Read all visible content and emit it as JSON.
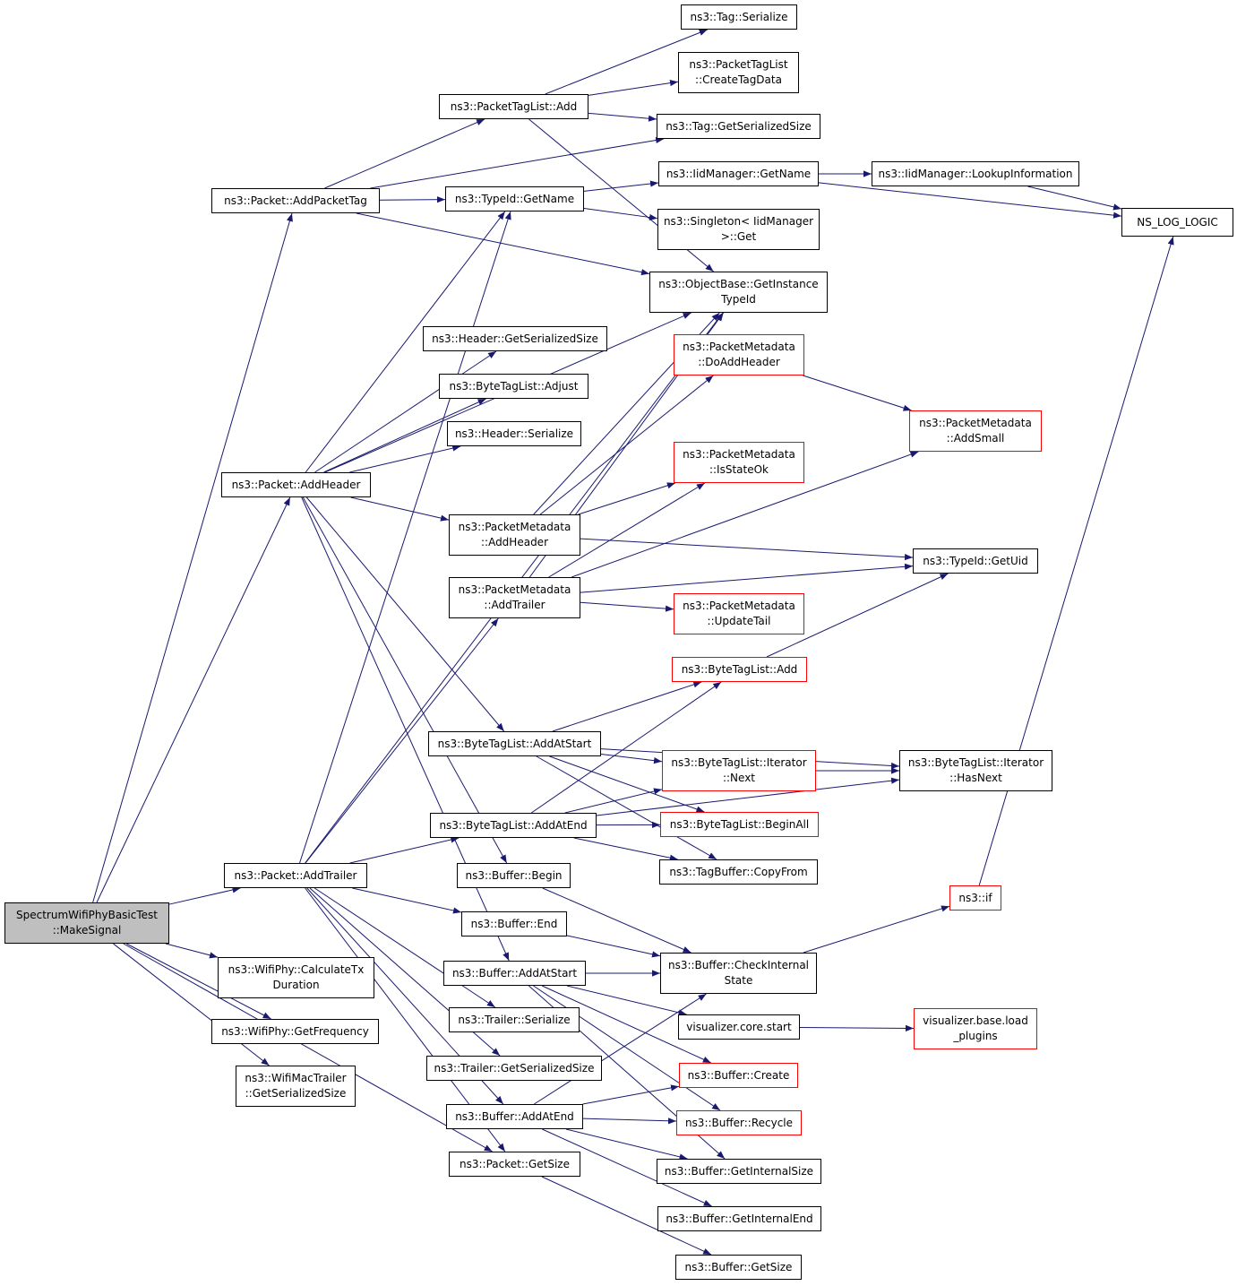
{
  "colors": {
    "edge": "#191970",
    "node_border": "#000000",
    "incomplete_border": "#ff0000",
    "root_fill": "#bfbfbf"
  },
  "nodes": {
    "root": {
      "line1": "SpectrumWifiPhyBasicTest",
      "line2": "::MakeSignal"
    },
    "packet_add_packet_tag": {
      "line1": "ns3::Packet::AddPacketTag"
    },
    "packet_tag_list_add": {
      "line1": "ns3::PacketTagList::Add"
    },
    "tag_serialize": {
      "line1": "ns3::Tag::Serialize"
    },
    "packet_tag_list_create_tag_data": {
      "line1": "ns3::PacketTagList",
      "line2": "::CreateTagData"
    },
    "tag_get_serialized_size": {
      "line1": "ns3::Tag::GetSerializedSize"
    },
    "type_id_get_name": {
      "line1": "ns3::TypeId::GetName"
    },
    "iid_manager_get_name": {
      "line1": "ns3::IidManager::GetName"
    },
    "iid_manager_lookup_information": {
      "line1": "ns3::IidManager::LookupInformation"
    },
    "ns_log_logic": {
      "line1": "NS_LOG_LOGIC"
    },
    "singleton_get": {
      "line1": "ns3::Singleton< IidManager",
      "line2": ">::Get"
    },
    "object_base_get_instance_type_id": {
      "line1": "ns3::ObjectBase::GetInstance",
      "line2": "TypeId"
    },
    "header_get_serialized_size": {
      "line1": "ns3::Header::GetSerializedSize"
    },
    "byte_tag_list_adjust": {
      "line1": "ns3::ByteTagList::Adjust"
    },
    "header_serialize": {
      "line1": "ns3::Header::Serialize"
    },
    "packet_add_header": {
      "line1": "ns3::Packet::AddHeader"
    },
    "packet_metadata_do_add_header": {
      "line1": "ns3::PacketMetadata",
      "line2": "::DoAddHeader"
    },
    "packet_metadata_add_small": {
      "line1": "ns3::PacketMetadata",
      "line2": "::AddSmall"
    },
    "packet_metadata_is_state_ok": {
      "line1": "ns3::PacketMetadata",
      "line2": "::IsStateOk"
    },
    "packet_metadata_add_header": {
      "line1": "ns3::PacketMetadata",
      "line2": "::AddHeader"
    },
    "type_id_get_uid": {
      "line1": "ns3::TypeId::GetUid"
    },
    "packet_metadata_add_trailer": {
      "line1": "ns3::PacketMetadata",
      "line2": "::AddTrailer"
    },
    "packet_metadata_update_tail": {
      "line1": "ns3::PacketMetadata",
      "line2": "::UpdateTail"
    },
    "byte_tag_list_add": {
      "line1": "ns3::ByteTagList::Add"
    },
    "byte_tag_list_add_at_start": {
      "line1": "ns3::ByteTagList::AddAtStart"
    },
    "byte_tag_list_iterator_next": {
      "line1": "ns3::ByteTagList::Iterator",
      "line2": "::Next"
    },
    "byte_tag_list_iterator_has_next": {
      "line1": "ns3::ByteTagList::Iterator",
      "line2": "::HasNext"
    },
    "byte_tag_list_add_at_end": {
      "line1": "ns3::ByteTagList::AddAtEnd"
    },
    "byte_tag_list_begin_all": {
      "line1": "ns3::ByteTagList::BeginAll"
    },
    "tag_buffer_copy_from": {
      "line1": "ns3::TagBuffer::CopyFrom"
    },
    "packet_add_trailer": {
      "line1": "ns3::Packet::AddTrailer"
    },
    "buffer_begin": {
      "line1": "ns3::Buffer::Begin"
    },
    "ns3_if": {
      "line1": "ns3::if"
    },
    "buffer_end": {
      "line1": "ns3::Buffer::End"
    },
    "buffer_check_internal_state": {
      "line1": "ns3::Buffer::CheckInternal",
      "line2": "State"
    },
    "wifi_phy_calculate_tx_duration": {
      "line1": "ns3::WifiPhy::CalculateTx",
      "line2": "Duration"
    },
    "buffer_add_at_start": {
      "line1": "ns3::Buffer::AddAtStart"
    },
    "trailer_serialize": {
      "line1": "ns3::Trailer::Serialize"
    },
    "visualizer_core_start": {
      "line1": "visualizer.core.start"
    },
    "visualizer_base_load_plugins": {
      "line1": "visualizer.base.load",
      "line2": "_plugins"
    },
    "wifi_phy_get_frequency": {
      "line1": "ns3::WifiPhy::GetFrequency"
    },
    "wifi_mac_trailer_get_serialized_size": {
      "line1": "ns3::WifiMacTrailer",
      "line2": "::GetSerializedSize"
    },
    "trailer_get_serialized_size": {
      "line1": "ns3::Trailer::GetSerializedSize"
    },
    "buffer_create": {
      "line1": "ns3::Buffer::Create"
    },
    "buffer_add_at_end": {
      "line1": "ns3::Buffer::AddAtEnd"
    },
    "buffer_recycle": {
      "line1": "ns3::Buffer::Recycle"
    },
    "packet_get_size": {
      "line1": "ns3::Packet::GetSize"
    },
    "buffer_get_internal_size": {
      "line1": "ns3::Buffer::GetInternalSize"
    },
    "buffer_get_internal_end": {
      "line1": "ns3::Buffer::GetInternalEnd"
    },
    "buffer_get_size": {
      "line1": "ns3::Buffer::GetSize"
    }
  },
  "edges": [
    [
      "root",
      "packet_add_packet_tag"
    ],
    [
      "root",
      "packet_add_header"
    ],
    [
      "root",
      "packet_add_trailer"
    ],
    [
      "root",
      "wifi_phy_calculate_tx_duration"
    ],
    [
      "root",
      "wifi_phy_get_frequency"
    ],
    [
      "root",
      "wifi_mac_trailer_get_serialized_size"
    ],
    [
      "root",
      "packet_get_size"
    ],
    [
      "packet_add_packet_tag",
      "packet_tag_list_add"
    ],
    [
      "packet_add_packet_tag",
      "type_id_get_name"
    ],
    [
      "packet_add_packet_tag",
      "tag_get_serialized_size"
    ],
    [
      "packet_add_packet_tag",
      "object_base_get_instance_type_id"
    ],
    [
      "packet_tag_list_add",
      "tag_serialize"
    ],
    [
      "packet_tag_list_add",
      "packet_tag_list_create_tag_data"
    ],
    [
      "packet_tag_list_add",
      "tag_get_serialized_size"
    ],
    [
      "packet_tag_list_add",
      "object_base_get_instance_type_id"
    ],
    [
      "type_id_get_name",
      "iid_manager_get_name"
    ],
    [
      "type_id_get_name",
      "singleton_get"
    ],
    [
      "iid_manager_get_name",
      "iid_manager_lookup_information"
    ],
    [
      "iid_manager_get_name",
      "ns_log_logic"
    ],
    [
      "iid_manager_lookup_information",
      "ns_log_logic"
    ],
    [
      "packet_add_header",
      "type_id_get_name"
    ],
    [
      "packet_add_header",
      "object_base_get_instance_type_id"
    ],
    [
      "packet_add_header",
      "header_get_serialized_size"
    ],
    [
      "packet_add_header",
      "byte_tag_list_adjust"
    ],
    [
      "packet_add_header",
      "header_serialize"
    ],
    [
      "packet_add_header",
      "packet_metadata_add_header"
    ],
    [
      "packet_add_header",
      "byte_tag_list_add_at_start"
    ],
    [
      "packet_add_header",
      "buffer_begin"
    ],
    [
      "packet_add_header",
      "buffer_add_at_start"
    ],
    [
      "packet_metadata_add_header",
      "object_base_get_instance_type_id"
    ],
    [
      "packet_metadata_add_header",
      "packet_metadata_do_add_header"
    ],
    [
      "packet_metadata_add_header",
      "packet_metadata_is_state_ok"
    ],
    [
      "packet_metadata_add_header",
      "type_id_get_uid"
    ],
    [
      "packet_metadata_do_add_header",
      "packet_metadata_add_small"
    ],
    [
      "packet_metadata_add_trailer",
      "object_base_get_instance_type_id"
    ],
    [
      "packet_metadata_add_trailer",
      "packet_metadata_is_state_ok"
    ],
    [
      "packet_metadata_add_trailer",
      "packet_metadata_add_small"
    ],
    [
      "packet_metadata_add_trailer",
      "type_id_get_uid"
    ],
    [
      "packet_metadata_add_trailer",
      "packet_metadata_update_tail"
    ],
    [
      "byte_tag_list_add",
      "type_id_get_uid"
    ],
    [
      "byte_tag_list_add_at_start",
      "byte_tag_list_add"
    ],
    [
      "byte_tag_list_add_at_start",
      "byte_tag_list_iterator_has_next"
    ],
    [
      "byte_tag_list_add_at_start",
      "byte_tag_list_iterator_next"
    ],
    [
      "byte_tag_list_add_at_start",
      "byte_tag_list_begin_all"
    ],
    [
      "byte_tag_list_add_at_start",
      "tag_buffer_copy_from"
    ],
    [
      "byte_tag_list_iterator_next",
      "byte_tag_list_iterator_has_next"
    ],
    [
      "byte_tag_list_add_at_end",
      "byte_tag_list_add"
    ],
    [
      "byte_tag_list_add_at_end",
      "byte_tag_list_iterator_next"
    ],
    [
      "byte_tag_list_add_at_end",
      "byte_tag_list_begin_all"
    ],
    [
      "byte_tag_list_add_at_end",
      "tag_buffer_copy_from"
    ],
    [
      "byte_tag_list_add_at_end",
      "byte_tag_list_iterator_has_next"
    ],
    [
      "packet_add_trailer",
      "type_id_get_name"
    ],
    [
      "packet_add_trailer",
      "object_base_get_instance_type_id"
    ],
    [
      "packet_add_trailer",
      "packet_metadata_add_trailer"
    ],
    [
      "packet_add_trailer",
      "byte_tag_list_add_at_end"
    ],
    [
      "packet_add_trailer",
      "buffer_end"
    ],
    [
      "packet_add_trailer",
      "trailer_serialize"
    ],
    [
      "packet_add_trailer",
      "trailer_get_serialized_size"
    ],
    [
      "packet_add_trailer",
      "buffer_add_at_end"
    ],
    [
      "packet_add_trailer",
      "packet_get_size"
    ],
    [
      "buffer_begin",
      "buffer_check_internal_state"
    ],
    [
      "buffer_end",
      "buffer_check_internal_state"
    ],
    [
      "buffer_check_internal_state",
      "ns3_if"
    ],
    [
      "ns3_if",
      "ns_log_logic"
    ],
    [
      "buffer_add_at_start",
      "buffer_check_internal_state"
    ],
    [
      "buffer_add_at_start",
      "visualizer_core_start"
    ],
    [
      "buffer_add_at_start",
      "buffer_create"
    ],
    [
      "buffer_add_at_start",
      "buffer_recycle"
    ],
    [
      "buffer_add_at_start",
      "buffer_get_internal_size"
    ],
    [
      "visualizer_core_start",
      "visualizer_base_load_plugins"
    ],
    [
      "buffer_add_at_end",
      "buffer_check_internal_state"
    ],
    [
      "buffer_add_at_end",
      "buffer_create"
    ],
    [
      "buffer_add_at_end",
      "buffer_recycle"
    ],
    [
      "buffer_add_at_end",
      "buffer_get_internal_size"
    ],
    [
      "buffer_add_at_end",
      "buffer_get_internal_end"
    ],
    [
      "packet_get_size",
      "buffer_get_size"
    ]
  ]
}
